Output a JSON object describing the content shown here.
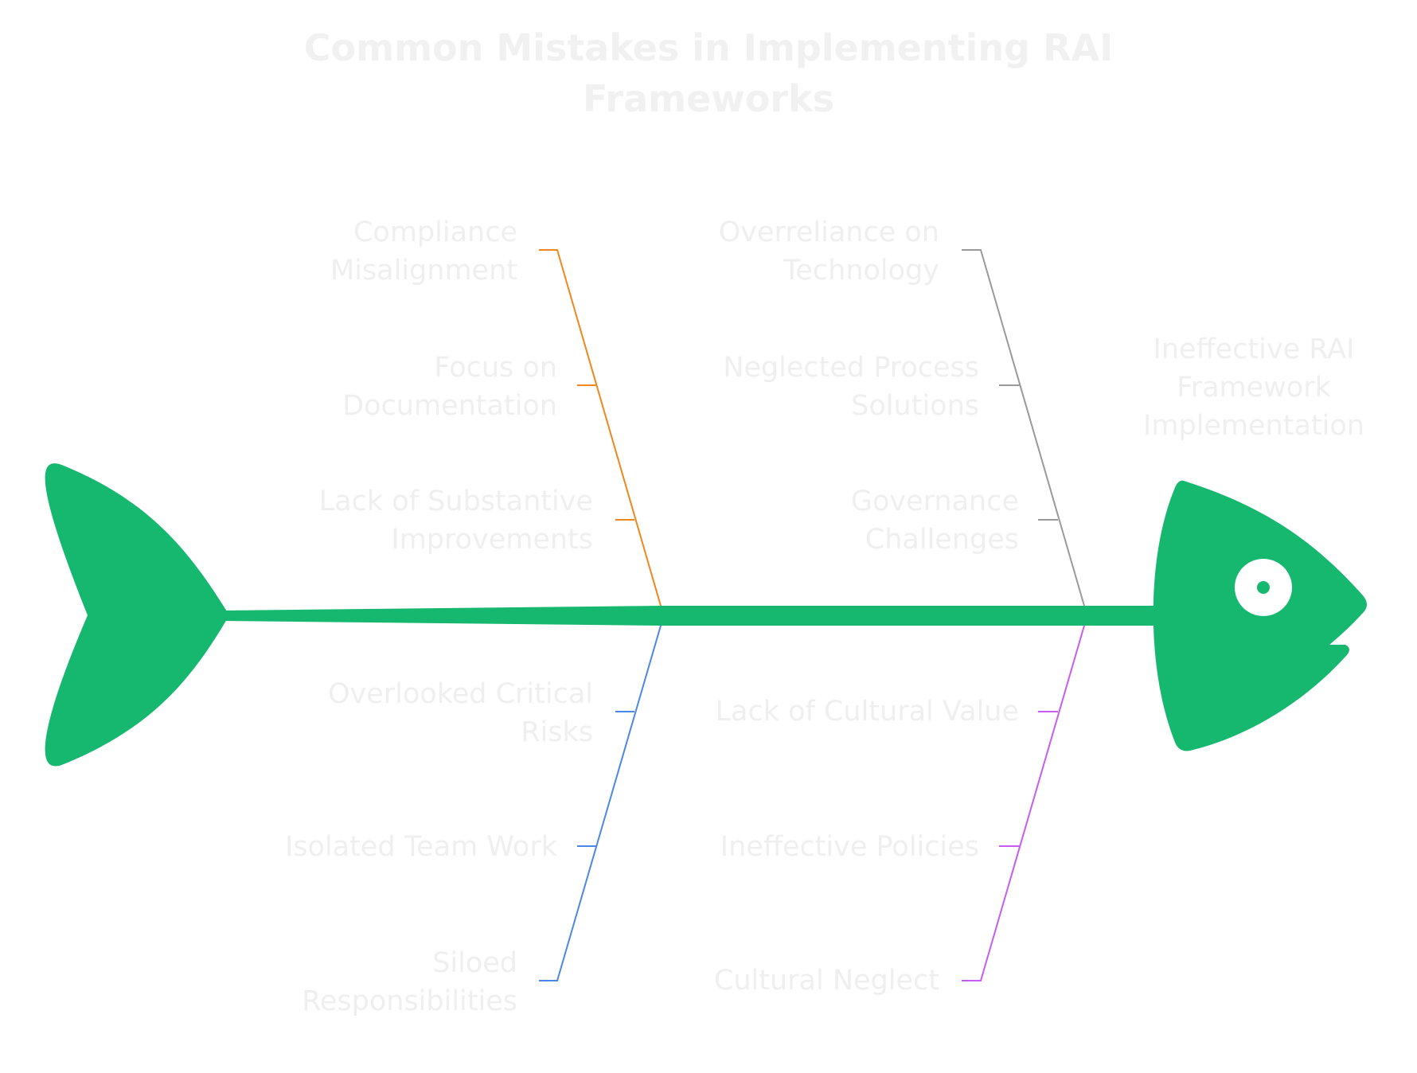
{
  "title": "Common Mistakes in Implementing RAI Frameworks",
  "effect": "Ineffective RAI Framework Implementation",
  "colors": {
    "body": "#16b76f",
    "orange_branch": "#f0861e",
    "gray_branch": "#999999",
    "blue_branch": "#4a87e8",
    "purple_branch": "#c65df0",
    "text": "#efefef"
  },
  "branches": {
    "top_left": [
      "Compliance Misalignment",
      "Focus on Documentation",
      "Lack of Substantive Improvements"
    ],
    "top_right": [
      "Overreliance on Technology",
      "Neglected Process Solutions",
      "Governance Challenges"
    ],
    "bottom_left": [
      "Overlooked Critical Risks",
      "Isolated Team Work",
      "Siloed Responsibilities"
    ],
    "bottom_right": [
      "Lack of Cultural Value",
      "Ineffective Policies",
      "Cultural Neglect"
    ]
  }
}
